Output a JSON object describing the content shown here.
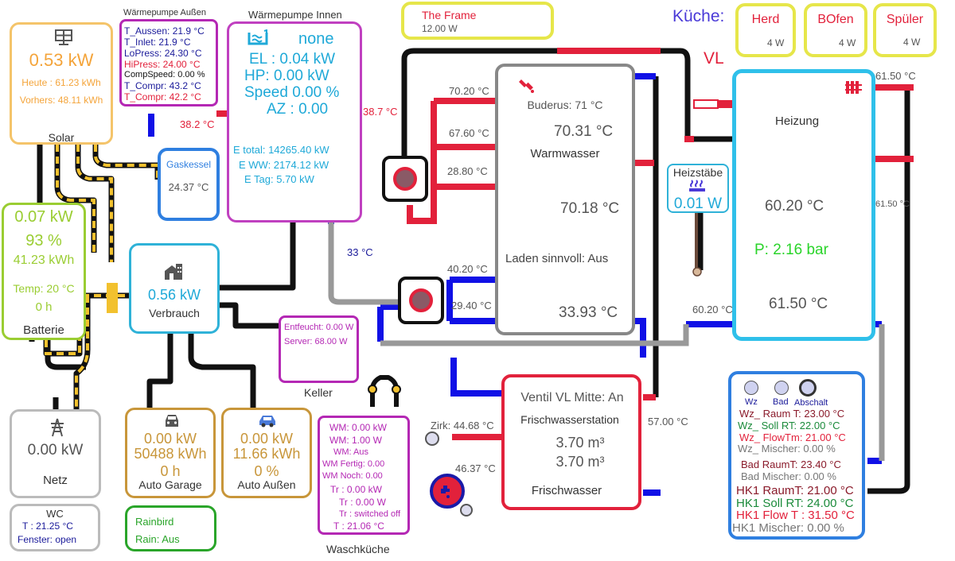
{
  "colors": {
    "red": "#e2213b",
    "blue": "#1010e6",
    "black": "#111111",
    "grey": "#999999",
    "yellow": "#f2c12e"
  },
  "solar": {
    "power": "0.53 kW",
    "today": "Heute : 61.23 kWh",
    "yesterday": "Vorhers: 48.11 kWh",
    "name": "Solar",
    "icon": "solar-panel-icon"
  },
  "wp_aussen": {
    "title": "Wärmepumpe Außen",
    "t_aussen": "T_Aussen: 21.9 °C",
    "t_inlet": "T_Inlet: 21.9 °C",
    "lopress": "LoPress: 24.30 °C",
    "hipress": "HiPress: 24.00 °C",
    "compspeed": "CompSpeed: 0.00 %",
    "t_compr1": "T_Compr: 43.2 °C",
    "t_compr2": "T_Compr: 42.2 °C"
  },
  "wp_innen": {
    "title": "Wärmepumpe Innen",
    "mode": "none",
    "el": "EL : 0.04 kW",
    "hp": "HP: 0.00 kW",
    "speed": "Speed 0.00 %",
    "az": "AZ : 0.00",
    "e_total": "E total: 14265.40 kW",
    "e_ww": "E WW: 2174.12 kW",
    "e_tag": "E Tag: 5.70 kW",
    "icon": "heat-pump-icon"
  },
  "frame": {
    "name": "The Frame",
    "power": "12.00 W"
  },
  "kueche": {
    "label": "Küche:",
    "herd_name": "Herd",
    "herd_power": "4 W",
    "bofen_name": "BOfen",
    "bofen_power": "4 W",
    "spueler_name": "Spüler",
    "spueler_power": "4 W"
  },
  "vl_label": "VL",
  "gaskessel": {
    "name": "Gaskessel",
    "temp": "24.37 °C"
  },
  "batterie": {
    "power": "0.07 kW",
    "soc": "93 %",
    "energy": "41.23 kWh",
    "temp": "Temp: 20 °C",
    "hours": "0 h",
    "name": "Batterie"
  },
  "verbrauch": {
    "power": "0.56 kW",
    "name": "Verbrauch",
    "icon": "house-icon"
  },
  "keller": {
    "entfeucht": "Entfeucht: 0.00 W",
    "server": "Server: 68.00 W",
    "name": "Keller"
  },
  "netz": {
    "power": "0.00 kW",
    "name": "Netz",
    "icon": "power-pylon-icon"
  },
  "auto_garage": {
    "power": "0.00 kW",
    "energy": "50488 kWh",
    "hours": "0 h",
    "name": "Auto Garage",
    "icon": "car-icon"
  },
  "auto_aussen": {
    "power": "0.00 kW",
    "energy": "11.66 kWh",
    "percent": "0 %",
    "name": "Auto Außen",
    "icon": "car-icon"
  },
  "wc": {
    "title": "WC",
    "temp": "T : 21.25 °C",
    "fenster": "Fenster: open"
  },
  "rainbird": {
    "title": "Rainbird",
    "rain": "Rain: Aus"
  },
  "waschkueche": {
    "wm1": "WM: 0.00 kW",
    "wm2": "WM: 1.00 W",
    "wm3": "WM: Aus",
    "wm_fertig": "WM Fertig: 0.00",
    "wm_noch": "WM Noch: 0.00",
    "tr1": "Tr : 0.00 kW",
    "tr2": "Tr : 0.00 W",
    "tr3": "Tr : switched off",
    "temp": "T : 21.06 °C",
    "name": "Waschküche"
  },
  "warmwasser": {
    "buderus": "Buderus: 71 °C",
    "temp_top": "70.31 °C",
    "name": "Warmwasser",
    "temp_mid": "70.18 °C",
    "laden": "Laden sinnvoll: Aus",
    "temp_bottom": "33.93 °C",
    "icon": "tap-icon"
  },
  "pipe_temps": {
    "wp_out": "38.2 °C",
    "wp_right": "38.7 °C",
    "t1": "70.20 °C",
    "t2": "67.60 °C",
    "t3": "28.80 °C",
    "t_33": "33 °C",
    "t4": "40.20 °C",
    "t5": "29.40 °C",
    "heiz_top": "61.50 °C",
    "heiz_right": "61.50 °C",
    "heiz_bottom": "60.20 °C",
    "fw_right": "57.00 °C",
    "zirk": "Zirk: 44.68 °C",
    "tap": "46.37 °C"
  },
  "heizstaebe": {
    "name": "Heizstäbe",
    "power": "0.01 W",
    "icon": "heating-element-icon"
  },
  "heizung": {
    "name": "Heizung",
    "temp1": "60.20 °C",
    "pressure": "P: 2.16 bar",
    "temp2": "61.50 °C",
    "icon": "radiator-icon"
  },
  "frischwasser": {
    "ventil": "Ventil VL Mitte: An",
    "station": "Frischwasserstation",
    "v1": "3.70 m³",
    "v2": "3.70 m³",
    "name": "Frischwasser"
  },
  "hk": {
    "wz": "Wz",
    "bad": "Bad",
    "abschalt": "Abschalt",
    "wz_raum": "Wz_ Raum T: 23.00 °C",
    "wz_soll": "Wz_ Soll RT: 22.00 °C",
    "wz_flow": "Wz_ FlowTm: 21.00 °C",
    "wz_mischer": "Wz_ Mischer: 0.00 %",
    "bad_raum": "Bad RaumT: 23.40 °C",
    "bad_mischer": "Bad Mischer: 0.00 %",
    "hk1_raum": "HK1 RaumT: 21.00 °C",
    "hk1_soll": "HK1 Soll RT: 24.00 °C",
    "hk1_flow": "HK1 Flow T : 31.50 °C",
    "hk1_mischer": "HK1 Mischer: 0.00 %"
  }
}
